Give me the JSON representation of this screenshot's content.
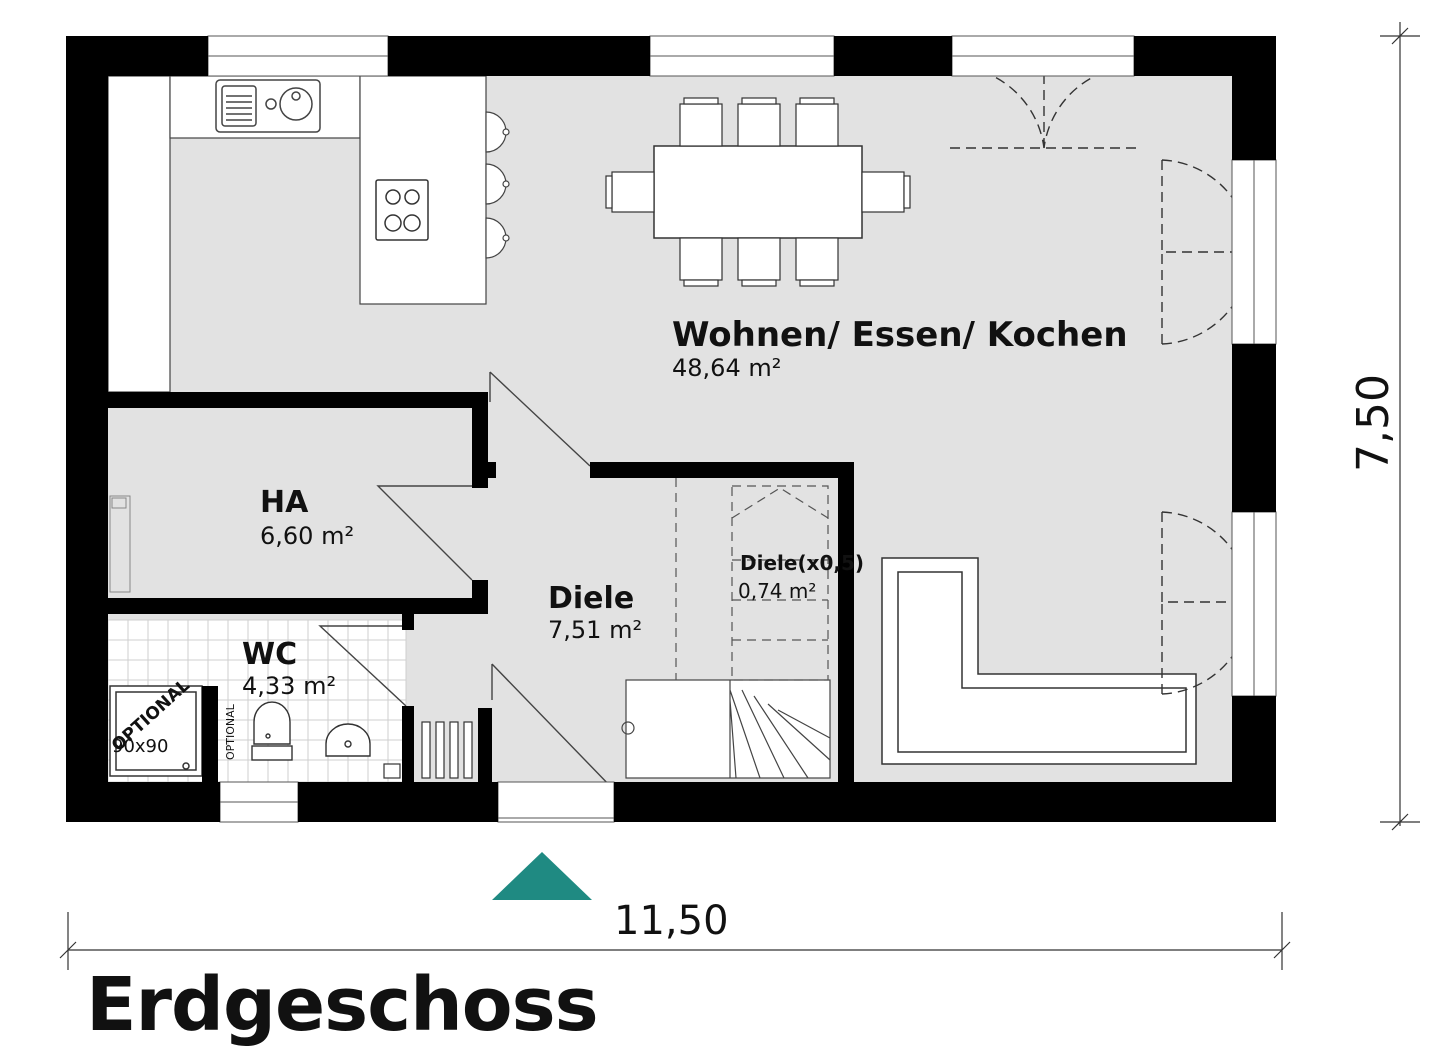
{
  "title": "Erdgeschoss",
  "dimensions": {
    "width": "11,50",
    "depth": "7,50"
  },
  "rooms": {
    "living": {
      "name": "Wohnen/ Essen/ Kochen",
      "area": "48,64 m²"
    },
    "ha": {
      "name": "HA",
      "area": "6,60 m²"
    },
    "wc": {
      "name": "WC",
      "area": "4,33 m²"
    },
    "diele": {
      "name": "Diele",
      "area": "7,51 m²"
    },
    "diele_stair": {
      "name": "Diele(x0,5)",
      "area": "0,74 m²"
    }
  },
  "labels": {
    "optional_shower": "OPTIONAL",
    "optional_small": "OPTIONAL",
    "shower_size": "90x90"
  },
  "colors": {
    "wall": "#000000",
    "floor": "#e2e2e2",
    "entrance_marker": "#1f8a82"
  },
  "icons": [
    "entrance-arrow-icon",
    "sink-icon",
    "cooktop-icon",
    "toilet-icon",
    "washbasin-icon"
  ]
}
